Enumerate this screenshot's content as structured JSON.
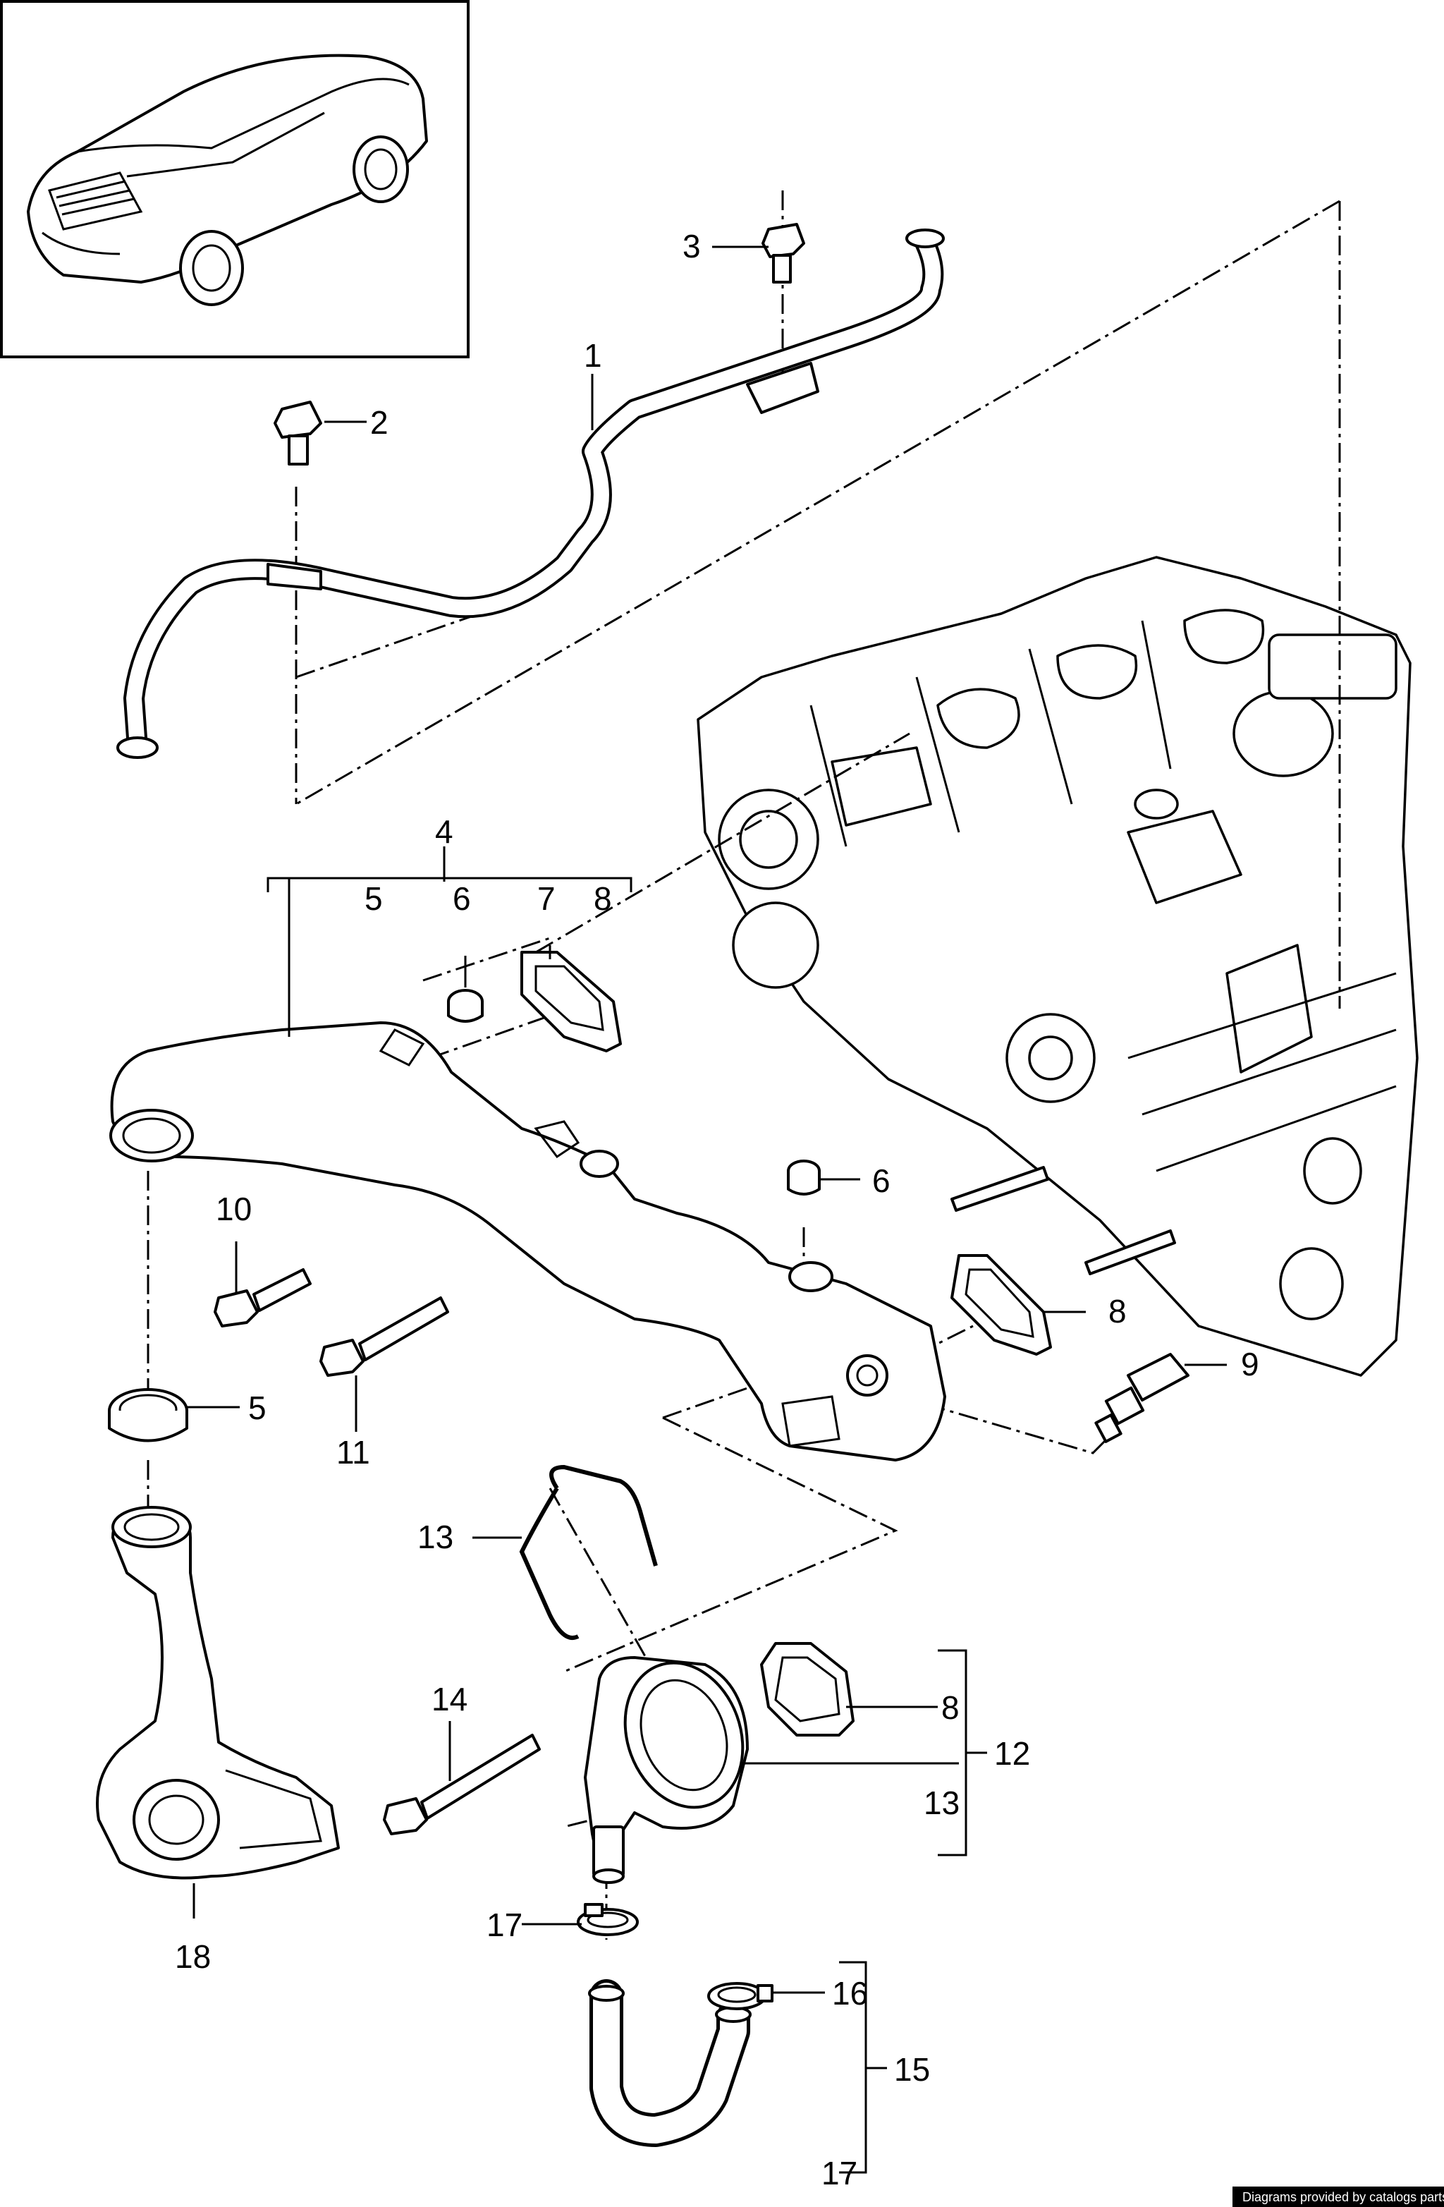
{
  "labels": {
    "l1": "1",
    "l2": "2",
    "l3": "3",
    "l4": "4",
    "l5a": "5",
    "l6a": "6",
    "l7": "7",
    "l8a": "8",
    "l6b": "6",
    "l8b": "8",
    "l9": "9",
    "l10": "10",
    "l5b": "5",
    "l11": "11",
    "l13a": "13",
    "l14": "14",
    "l8c": "8",
    "l12": "12",
    "l13b": "13",
    "l17a": "17",
    "l18": "18",
    "l16": "16",
    "l15": "15",
    "l17b": "17"
  },
  "credit": "Diagrams provided by catalogs parts"
}
